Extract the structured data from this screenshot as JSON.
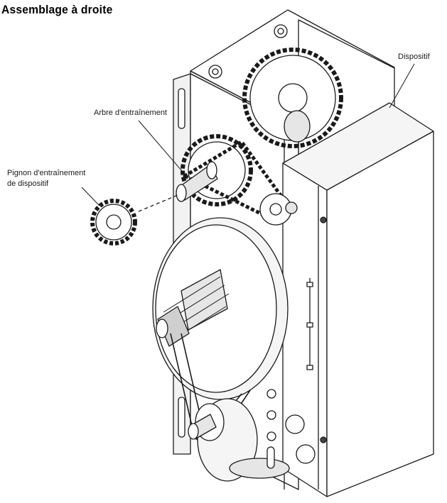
{
  "title": "Assemblage à droite",
  "labels": {
    "dispositif": "Dispositif",
    "arbre": "Arbre d'entraînement",
    "pignon_line1": "Pignon d'entraînement",
    "pignon_line2": "de dispositif"
  },
  "colors": {
    "line": "#1a1a1a",
    "fill": "#ffffff",
    "shade": "#e6e6e6"
  }
}
